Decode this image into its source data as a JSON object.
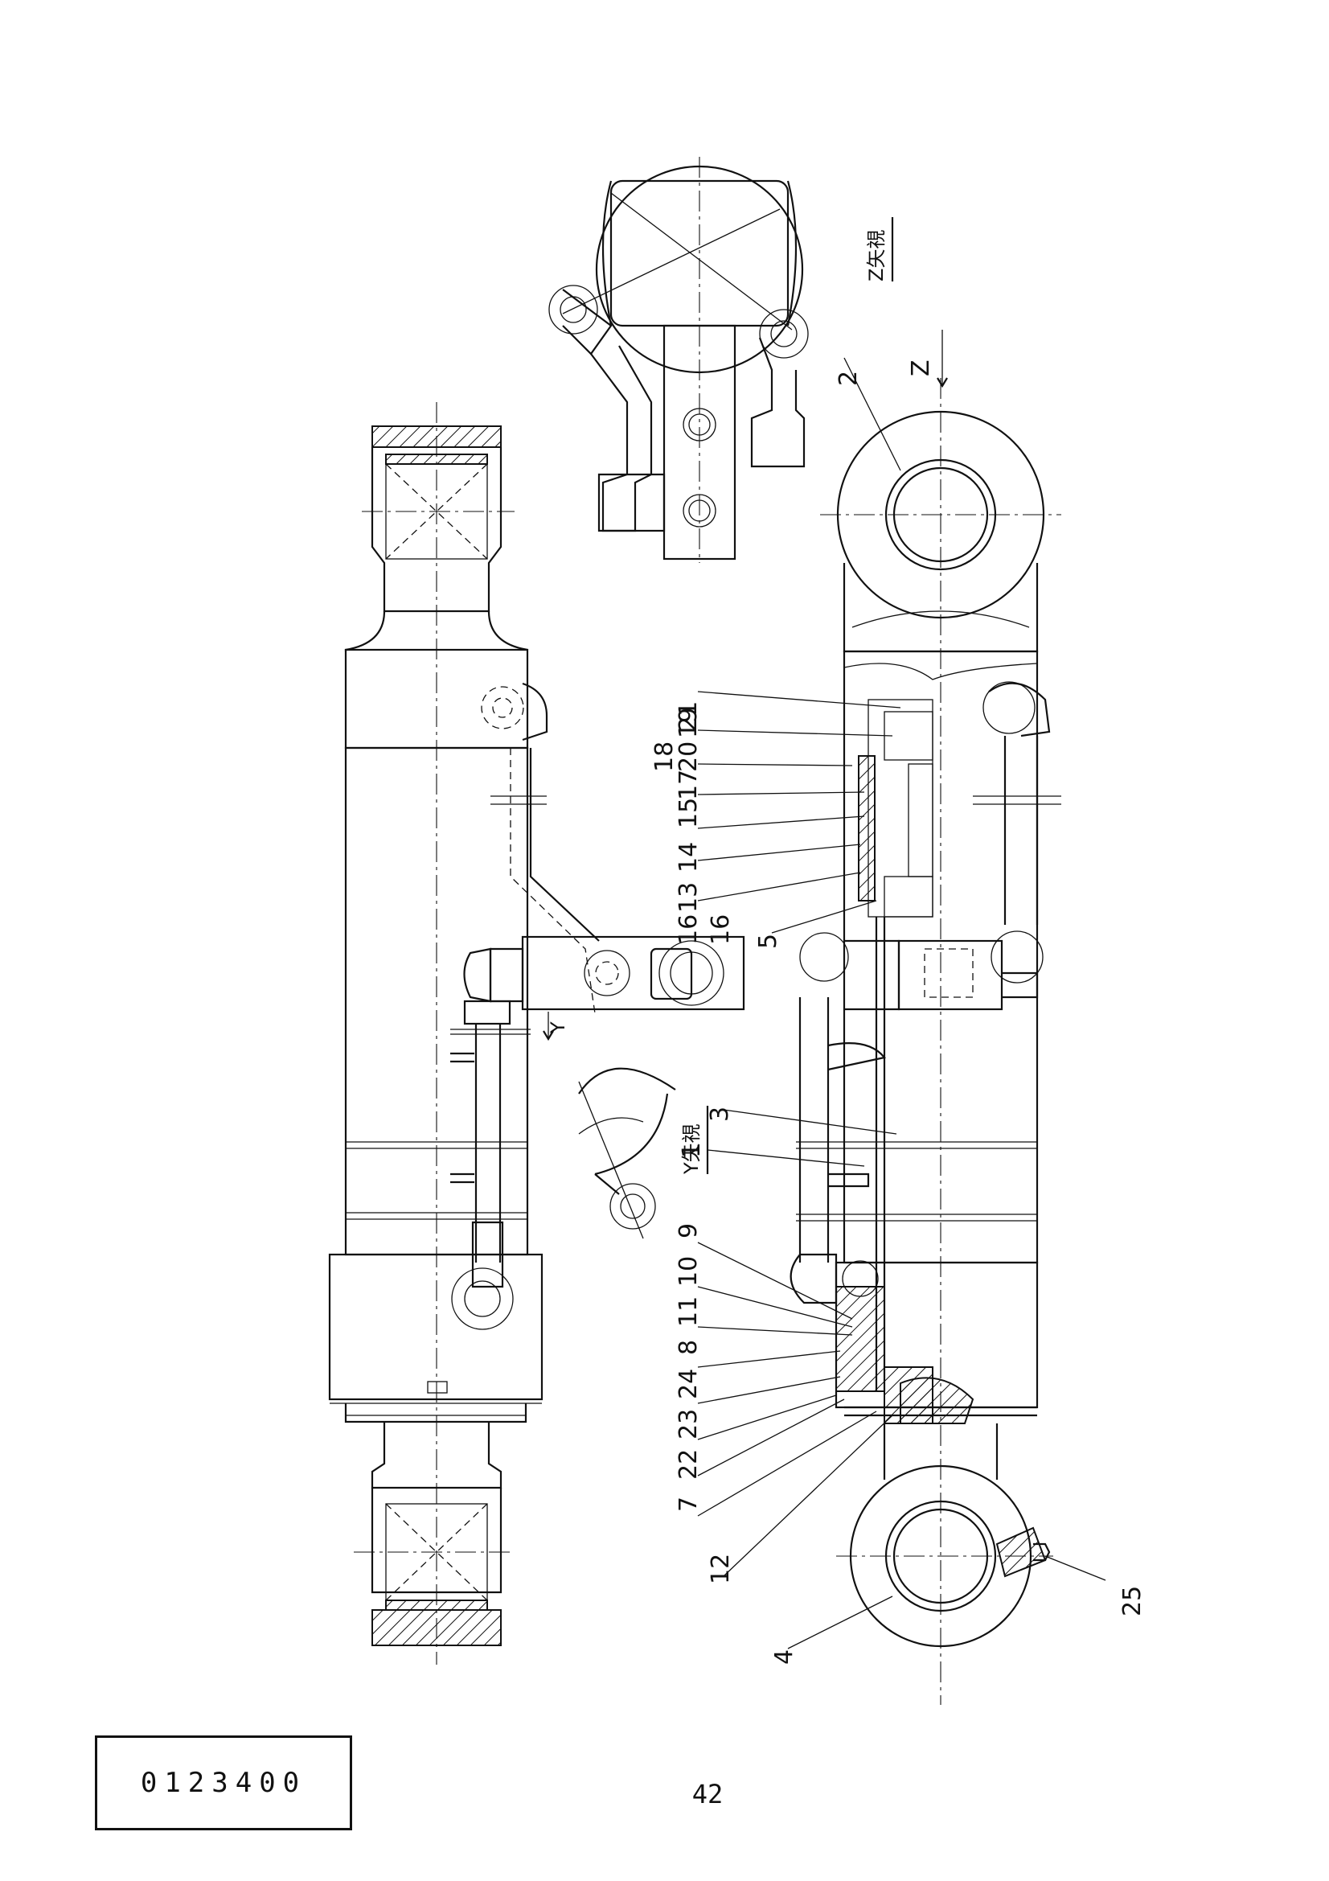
{
  "view_labels": {
    "view_z": "Z矢視",
    "view_y": "Y矢視",
    "arrow_z": "Z",
    "arrow_y": "Y"
  },
  "callouts": {
    "c1": "1",
    "c2": "2",
    "c3": "3",
    "c4": "4",
    "c5": "5",
    "c7": "7",
    "c8": "8",
    "c9": "9",
    "c10": "10",
    "c11": "11",
    "c12": "12",
    "c13": "13",
    "c14": "14",
    "c15": "15",
    "c16a": "16",
    "c16b": "16",
    "c17": "17",
    "c18": "18",
    "c19": "19",
    "c20": "20",
    "c21": "21",
    "c22": "22",
    "c23": "23",
    "c24": "24",
    "c25": "25"
  },
  "drawing_number": "0123400",
  "page_number": "42"
}
